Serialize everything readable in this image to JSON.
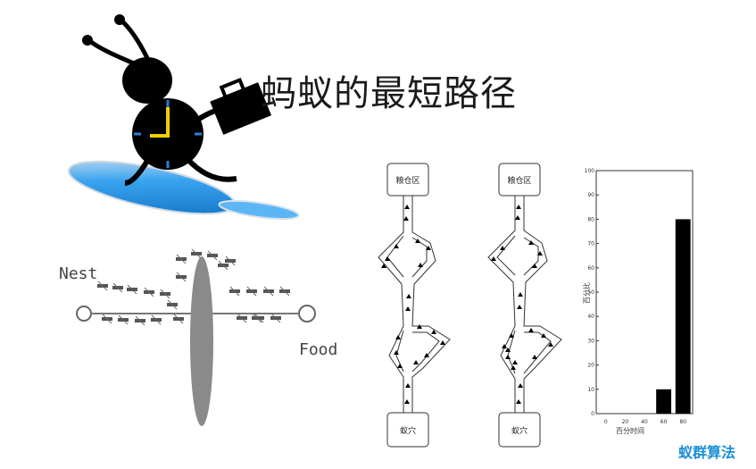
{
  "slide": {
    "title": "蚂蚁的最短路径",
    "brand": "蚁群算法"
  },
  "ant_figure": {
    "nest_label": "Nest",
    "food_label": "Food"
  },
  "path_diagrams": [
    {
      "top_box": "粮仓区",
      "bottom_box": "蚁穴"
    },
    {
      "top_box": "粮仓区",
      "bottom_box": "蚁穴"
    }
  ],
  "chart_data": {
    "type": "bar",
    "ylabel": "百分比",
    "xlabel": "百分时间",
    "categories": [
      "0",
      "20",
      "40",
      "60",
      "80"
    ],
    "values": [
      0,
      0,
      0,
      10,
      80
    ],
    "ylim": [
      0,
      100
    ],
    "y_ticks": [
      "0",
      "10",
      "20",
      "30",
      "40",
      "50",
      "60",
      "70",
      "80",
      "90",
      "100"
    ],
    "bar_color": "#000000"
  },
  "colors": {
    "brand": "#1a8fd6",
    "title": "#1a1a1a",
    "surfboard": "#1e8fe6"
  }
}
